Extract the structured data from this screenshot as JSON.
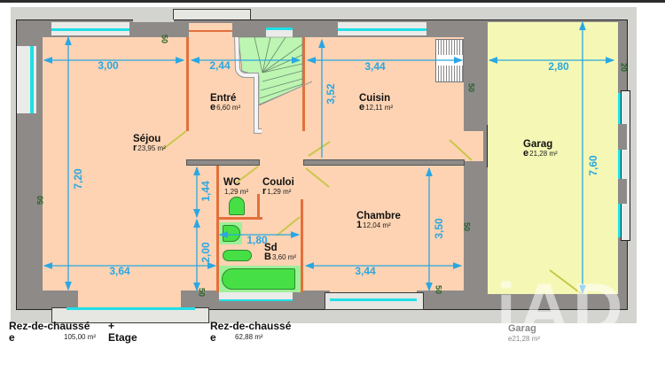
{
  "colors": {
    "floor": "#fdd3b3",
    "garage_floor": "#f5f8b4",
    "wall": "#8d8a88",
    "window": "#20dfe6",
    "interior_wall": "#e2703c",
    "dimension": "#2aa7e2",
    "wall_label": "#276227",
    "stairs": "#bdf5b3",
    "fixture": "#46e046"
  },
  "rooms": [
    {
      "name": "Séjou",
      "suffix": "r",
      "area": "23,95 m²"
    },
    {
      "name": "Entré",
      "suffix": "e",
      "area": "6,60 m²"
    },
    {
      "name": "Cuisin",
      "suffix": "e",
      "area": "12,11 m²"
    },
    {
      "name": "Garag",
      "suffix": "e",
      "area": "21,28 m²"
    },
    {
      "name": "WC",
      "suffix": "",
      "area": "1,29 m²"
    },
    {
      "name": "Couloi",
      "suffix": "r",
      "area": "1,29 m²"
    },
    {
      "name": "Chambre",
      "suffix": "1",
      "area": "12,04 m²"
    },
    {
      "name": "Sd",
      "suffix": "B",
      "area": "3,60 m²"
    }
  ],
  "dimensions": {
    "sejour_width": "3,00",
    "entree_width": "2,44",
    "cuisine_width": "3,44",
    "garage_width": "2,80",
    "entree_depth": "3,52",
    "sejour_depth": "7,20",
    "garage_depth": "7,60",
    "wc_depth": "1,44",
    "sdb_depth": "2,00",
    "sejour_bottom_width": "3,64",
    "sdb_width": "1,80",
    "chambre_width": "3,44",
    "chambre_depth": "3,50"
  },
  "wall_labels": [
    "50",
    "50",
    "50",
    "50",
    "50",
    "50",
    "20"
  ],
  "summary": [
    {
      "title_line1": "Rez-de-chaussé",
      "title_line2": "e",
      "area": "105,00 m²",
      "extra_line1": "+",
      "extra_line2": "Etage"
    },
    {
      "title_line1": "Rez-de-chaussé",
      "title_line2": "e",
      "area": "62,88 m²"
    },
    {
      "title_line1": "Garag",
      "title_line2": "e",
      "area": "21,28 m²"
    }
  ],
  "watermark": "iAD"
}
